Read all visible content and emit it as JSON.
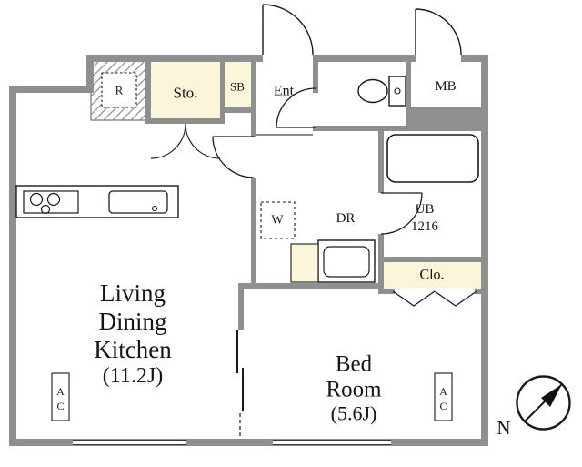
{
  "rooms": {
    "ldk": {
      "line1": "Living",
      "line2": "Dining",
      "line3": "Kitchen",
      "size": "(11.2J)"
    },
    "bedroom": {
      "line1": "Bed",
      "line2": "Room",
      "size": "(5.6J)"
    },
    "storage": {
      "label": "Sto."
    },
    "shoe_box": {
      "label": "SB"
    },
    "entrance": {
      "label": "Ent"
    },
    "meter_box": {
      "label": "MB"
    },
    "unit_bath": {
      "line1": "UB",
      "line2": "1216"
    },
    "dressing_room": {
      "label": "DR"
    },
    "closet": {
      "label": "Clo."
    }
  },
  "fixtures": {
    "refrigerator": {
      "label": "R"
    },
    "washer": {
      "label": "W"
    },
    "air_conditioner": {
      "label": "AC"
    }
  },
  "compass": {
    "label": "N"
  },
  "colors": {
    "wall": "#8f8f8f",
    "accent_room_fill": "#fbf6da",
    "line": "#1a1a1a"
  }
}
